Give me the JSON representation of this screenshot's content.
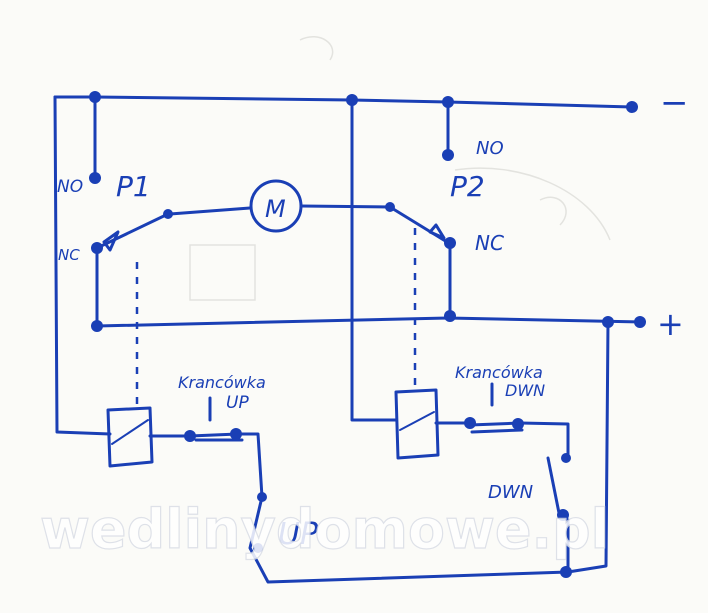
{
  "labels": {
    "minus": "−",
    "plus": "+",
    "p1": "P1",
    "p2": "P2",
    "no_left": "NO",
    "nc_left": "NC",
    "no_right": "NO",
    "nc_right": "NC",
    "motor": "M",
    "button_up_top": "Krancówka",
    "button_up_bottom": "UP",
    "button_dwn_top": "Krancówka",
    "button_dwn_bottom": "DWN",
    "switch_up": "UP",
    "switch_dwn": "DWN"
  },
  "watermark": "wedlinydomowe.pl",
  "colors": {
    "ink": "#1a3fb5",
    "paper": "#fbfbf8"
  }
}
